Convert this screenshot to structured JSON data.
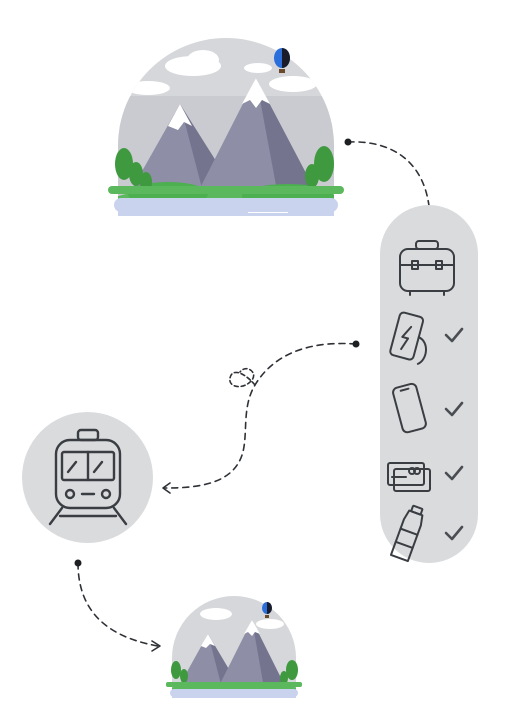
{
  "colors": {
    "panel": "#d9dbdd",
    "line": "#3a3d42",
    "check": "#4a4d52",
    "mountain": "#8e8ea6",
    "mountain_dark": "#74748f",
    "snow": "#ffffff",
    "grass": "#5cb85c",
    "tree": "#3f9a3f",
    "water": "#c9d3ee",
    "balloon": "#2a6fdb"
  },
  "nodes": [
    {
      "id": "destination-scene",
      "icon": "mountain-landscape"
    },
    {
      "id": "packing-list",
      "icon": "travel-bag"
    },
    {
      "id": "transport",
      "icon": "train"
    },
    {
      "id": "arrival-scene",
      "icon": "mountain-landscape"
    }
  ],
  "checklist": [
    {
      "item": "power-bank",
      "checked": true
    },
    {
      "item": "smartphone",
      "checked": true
    },
    {
      "item": "cards",
      "checked": true
    },
    {
      "item": "water-bottle",
      "checked": true
    }
  ]
}
